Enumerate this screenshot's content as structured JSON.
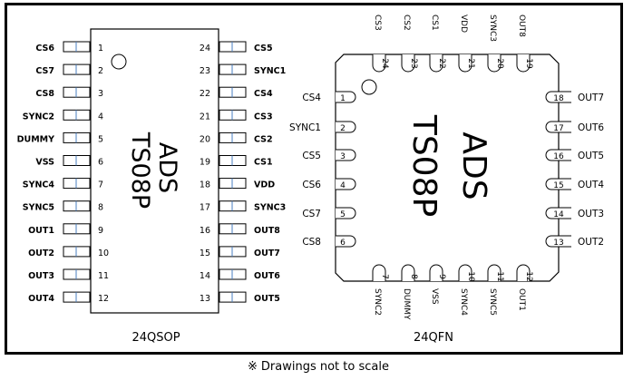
{
  "qsop": {
    "chip_name": "ADS",
    "chip_part": "TS08P",
    "package_label": "24QSOP",
    "pins_left": [
      {
        "num": "1",
        "name": "CS6"
      },
      {
        "num": "2",
        "name": "CS7"
      },
      {
        "num": "3",
        "name": "CS8"
      },
      {
        "num": "4",
        "name": "SYNC2"
      },
      {
        "num": "5",
        "name": "DUMMY"
      },
      {
        "num": "6",
        "name": "VSS"
      },
      {
        "num": "7",
        "name": "SYNC4"
      },
      {
        "num": "8",
        "name": "SYNC5"
      },
      {
        "num": "9",
        "name": "OUT1"
      },
      {
        "num": "10",
        "name": "OUT2"
      },
      {
        "num": "11",
        "name": "OUT3"
      },
      {
        "num": "12",
        "name": "OUT4"
      }
    ],
    "pins_right": [
      {
        "num": "24",
        "name": "CS5"
      },
      {
        "num": "23",
        "name": "SYNC1"
      },
      {
        "num": "22",
        "name": "CS4"
      },
      {
        "num": "21",
        "name": "CS3"
      },
      {
        "num": "20",
        "name": "CS2"
      },
      {
        "num": "19",
        "name": "CS1"
      },
      {
        "num": "18",
        "name": "VDD"
      },
      {
        "num": "17",
        "name": "SYNC3"
      },
      {
        "num": "16",
        "name": "OUT8"
      },
      {
        "num": "15",
        "name": "OUT7"
      },
      {
        "num": "14",
        "name": "OUT6"
      },
      {
        "num": "13",
        "name": "OUT5"
      }
    ]
  },
  "qfn": {
    "chip_name": "ADS",
    "chip_part": "TS08P",
    "package_label": "24QFN",
    "pins_top": [
      {
        "num": "24",
        "name": "CS3"
      },
      {
        "num": "23",
        "name": "CS2"
      },
      {
        "num": "22",
        "name": "CS1"
      },
      {
        "num": "21",
        "name": "VDD"
      },
      {
        "num": "20",
        "name": "SYNC3"
      },
      {
        "num": "19",
        "name": "OUT8"
      }
    ],
    "pins_left": [
      {
        "num": "1",
        "name": "CS4"
      },
      {
        "num": "2",
        "name": "SYNC1"
      },
      {
        "num": "3",
        "name": "CS5"
      },
      {
        "num": "4",
        "name": "CS6"
      },
      {
        "num": "5",
        "name": "CS7"
      },
      {
        "num": "6",
        "name": "CS8"
      }
    ],
    "pins_right": [
      {
        "num": "18",
        "name": "OUT7"
      },
      {
        "num": "17",
        "name": "OUT6"
      },
      {
        "num": "16",
        "name": "OUT5"
      },
      {
        "num": "15",
        "name": "OUT4"
      },
      {
        "num": "14",
        "name": "OUT3"
      },
      {
        "num": "13",
        "name": "OUT2"
      }
    ],
    "pins_bottom": [
      {
        "num": "7",
        "name": "SYNC2"
      },
      {
        "num": "8",
        "name": "DUMMY"
      },
      {
        "num": "9",
        "name": "VSS"
      },
      {
        "num": "10",
        "name": "SYNC4"
      },
      {
        "num": "11",
        "name": "SYNC5"
      },
      {
        "num": "12",
        "name": "OUT1"
      }
    ]
  },
  "footer": {
    "symbol": "※",
    "note": "Drawings not to scale"
  }
}
